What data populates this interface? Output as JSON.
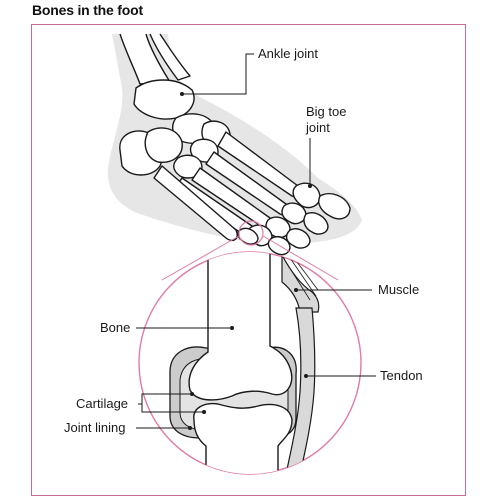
{
  "title": "Bones in the foot",
  "labels": {
    "ankle_joint": "Ankle joint",
    "big_toe_joint_line1": "Big toe",
    "big_toe_joint_line2": "joint",
    "muscle": "Muscle",
    "bone": "Bone",
    "tendon": "Tendon",
    "cartilage": "Cartilage",
    "joint_lining": "Joint lining"
  },
  "colors": {
    "frame": "#c86b9a",
    "shadow": "#e6e6e6",
    "outline": "#1a1a1a",
    "cartilage": "#b9b9b9",
    "highlight": "#e07aa8"
  }
}
